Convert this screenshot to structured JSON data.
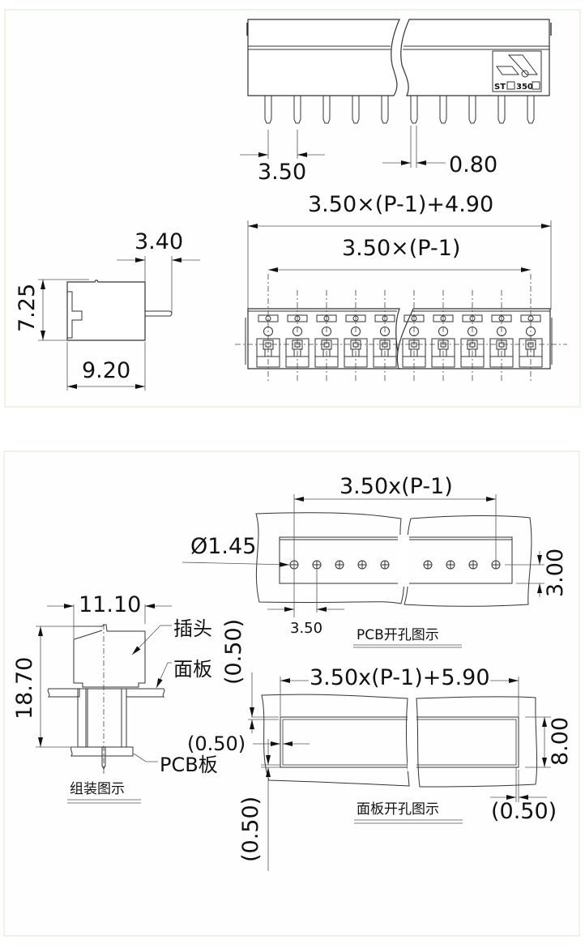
{
  "panel_top": {
    "top_view": {
      "pitch_dim": "3.50",
      "pin_width_dim": "0.80",
      "logo_text_prefix": "ST",
      "logo_text_code": "350"
    },
    "front_view": {
      "overall_width_dim": "3.50×(P-1)+4.90",
      "pitch_span_dim": "3.50×(P-1)"
    },
    "side_view": {
      "pin_length_dim": "3.40",
      "height_dim": "7.25",
      "depth_dim": "9.20"
    }
  },
  "panel_bottom": {
    "pcb_layout": {
      "span_dim": "3.50x(P-1)",
      "hole_diameter_dim": "Ø1.45",
      "pitch_dim": "3.50",
      "row_height_dim": "3.00",
      "caption": "PCB开孔图示"
    },
    "assembly": {
      "width_dim": "11.10",
      "height_dim": "18.70",
      "label_plug": "插头",
      "label_panel": "面板",
      "label_pcb": "PCB板",
      "caption": "组装图示"
    },
    "panel_cutout": {
      "width_dim": "3.50x(P-1)+5.90",
      "height_dim": "8.00",
      "clearance_top_dim": "(0.50)",
      "clearance_left_dim": "(0.50)",
      "clearance_bottom_dim": "(0.50)",
      "clearance_right_dim": "(0.50)",
      "caption": "面板开孔图示"
    }
  }
}
